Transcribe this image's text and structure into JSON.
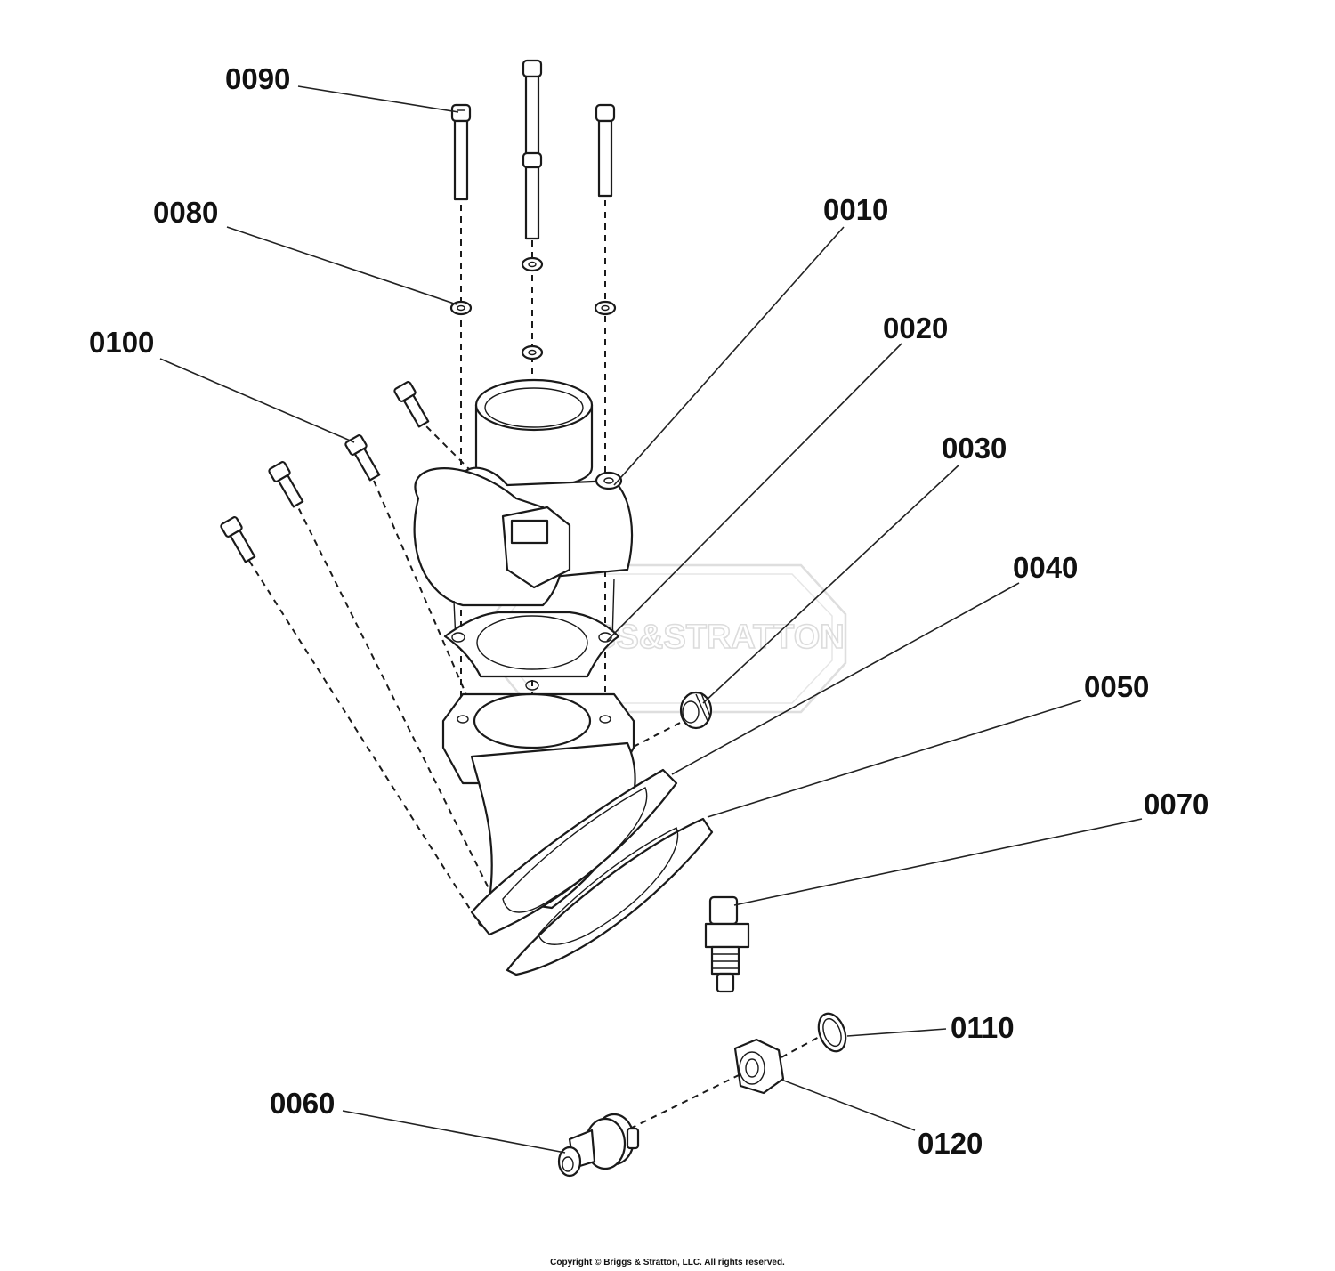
{
  "callouts": [
    {
      "id": "c0090",
      "label": "0090"
    },
    {
      "id": "c0080",
      "label": "0080"
    },
    {
      "id": "c0010",
      "label": "0010"
    },
    {
      "id": "c0100",
      "label": "0100"
    },
    {
      "id": "c0020",
      "label": "0020"
    },
    {
      "id": "c0030",
      "label": "0030"
    },
    {
      "id": "c0040",
      "label": "0040"
    },
    {
      "id": "c0050",
      "label": "0050"
    },
    {
      "id": "c0070",
      "label": "0070"
    },
    {
      "id": "c0110",
      "label": "0110"
    },
    {
      "id": "c0060",
      "label": "0060"
    },
    {
      "id": "c0120",
      "label": "0120"
    }
  ],
  "watermark": {
    "text": "BRIGGS&STRATTON"
  },
  "footer": {
    "copyright": "Copyright © Briggs & Stratton, LLC. All rights reserved."
  }
}
